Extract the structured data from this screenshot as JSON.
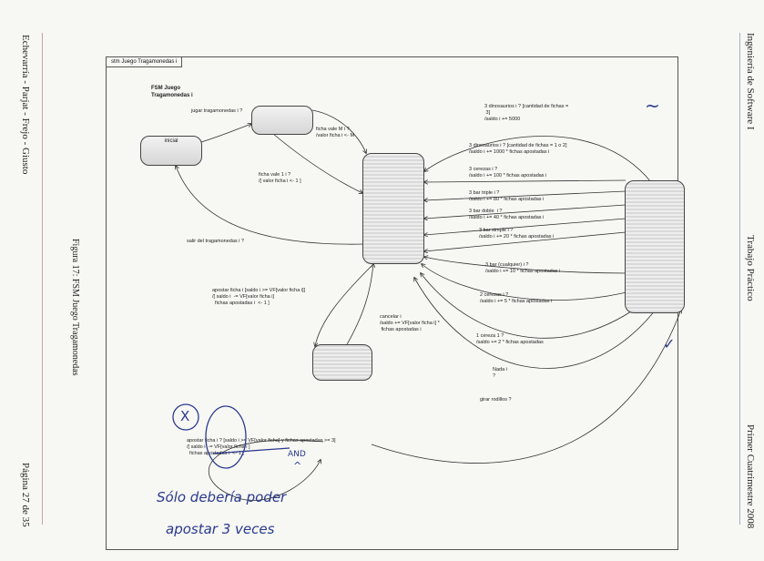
{
  "margin_left": "Echevarría - Parjat - Frejo - Giusto",
  "margin_right_top": "Ingeniería de Software I",
  "margin_right_mid": "Trabajo Práctico",
  "margin_right_bottom": "Primer Cuatrimestre 2008",
  "figure_caption": "Figura 17: FSM Juego Tragamonedas",
  "page_number": "Página 27 de 35",
  "diagram": {
    "tab": "stm Juego Tragamonedas i",
    "fsm_title_line1": "FSM Juego",
    "fsm_title_line2": "Tragamonedas i",
    "states": {
      "inicial": "inicial"
    },
    "labels": {
      "jugar": "jugar tragamonedas i ?",
      "ficha_vale_m": "ficha vale M i ?\n/valor ficha i <- M",
      "ficha_vale_1": "ficha vale 1 i ?\n/[ valor ficha i <- 1 ]",
      "salir": "salir del tragamonedas i ?",
      "apostar_top": "apostar ficha i [saldo i >= VF[valor ficha i]]\n/[ saldo i  -= VF[valor ficha i]\n  fichas apostadas i  <- 1 ]",
      "cancelar": "cancelar i\n/saldo += VF[valor ficha i] *\n fichas apostadas i",
      "dino3": "3 dinosaurios i ? [cantidad de fichas =\n 3]\n/saldo i += 5000",
      "dino3b": "3 dinosaurios i ? [cantidad de fichas = 1 o 2]\n/saldo i += 1000 * fichas apostadas i",
      "cerezas3": "3 cerezas i ?\n/saldo i += 100 * fichas apostadas i",
      "bartriple": "3 bar triple i ?\n/saldo i += 80 * fichas apostadas i",
      "bardoble": "3 bar doble  i ?\n/saldo i += 40 * fichas apostadas i",
      "barsimple": "3 bar simple i ?\n/saldo i += 20 * fichas apostadas i",
      "barcualq": "3 bar (cualquier) i ?\n/saldo i += 10 * fichas apostadas i",
      "cerezas2": "2 cerezas i ?\n/saldo i += 5 * fichas apostadas i",
      "cereza1": "1 cereza 1 ?\n/saldo += 2 * fichas apostadas",
      "nada": "Nada i\n?",
      "girar": "girar rodillos ?",
      "apostar_bottom": "apostar ficha i ? [saldo i >= VF[valor ficha] y fichas apostadas >= 3]\n/[ saldo i  -= VF[valor ficha i ]\n  fichas apostadas i  <- 1 ]"
    }
  },
  "handwriting": {
    "x_mark": "X",
    "and_note": "AND",
    "caret": "^",
    "line1": "Sólo debería poder",
    "line2": "apostar 3 veces",
    "tilde": "~",
    "check": "✓"
  },
  "colors": {
    "ink": "#222222",
    "pen": "#2a3a8c",
    "frame": "#555555"
  }
}
